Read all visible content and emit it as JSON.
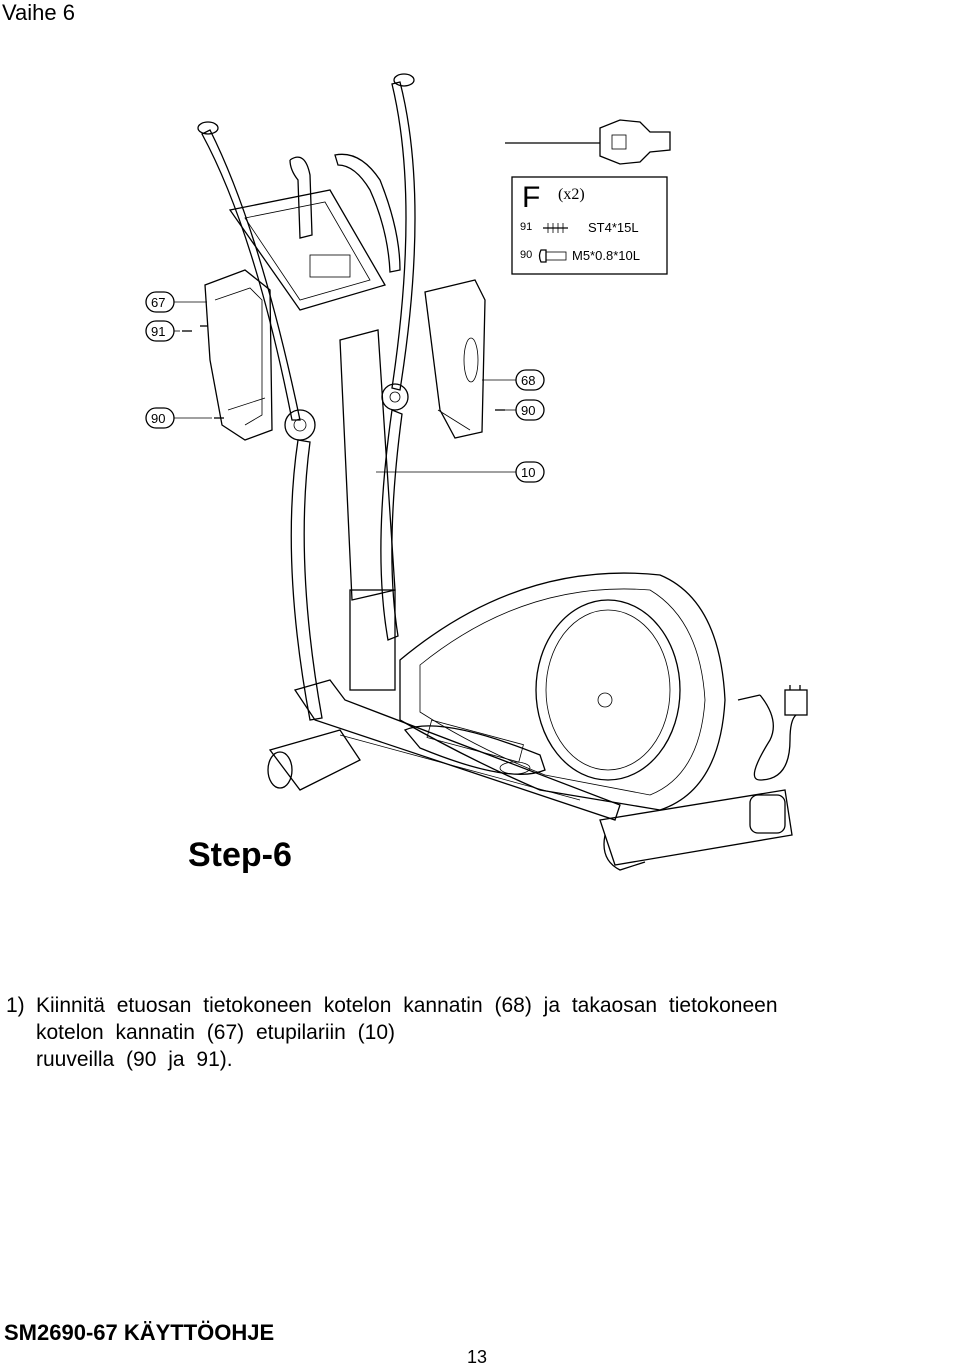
{
  "header": {
    "step_label": "Vaihe 6"
  },
  "diagram": {
    "hardware_box": {
      "group_letter": "F",
      "quantity": "(x2)",
      "items": [
        {
          "part_no": "91",
          "spec": "ST4*15L"
        },
        {
          "part_no": "90",
          "spec": "M5*0.8*10L"
        }
      ]
    },
    "callouts": [
      {
        "id": "67",
        "label": "67"
      },
      {
        "id": "91",
        "label": "91"
      },
      {
        "id": "90-left",
        "label": "90"
      },
      {
        "id": "68",
        "label": "68"
      },
      {
        "id": "90-right",
        "label": "90"
      },
      {
        "id": "10",
        "label": "10"
      }
    ]
  },
  "step_title": "Step-6",
  "instruction": {
    "number": "1)",
    "line1": "Kiinnitä  etuosan  tietokoneen  kotelon  kannatin  (68)  ja  takaosan  tietokoneen",
    "line2": "kotelon  kannatin  (67)  etupilariin  (10)",
    "line3": "ruuveilla  (90  ja  91)."
  },
  "footer": {
    "manual_title": "SM2690-67 KÄYTTÖOHJE",
    "page_number": "13"
  }
}
